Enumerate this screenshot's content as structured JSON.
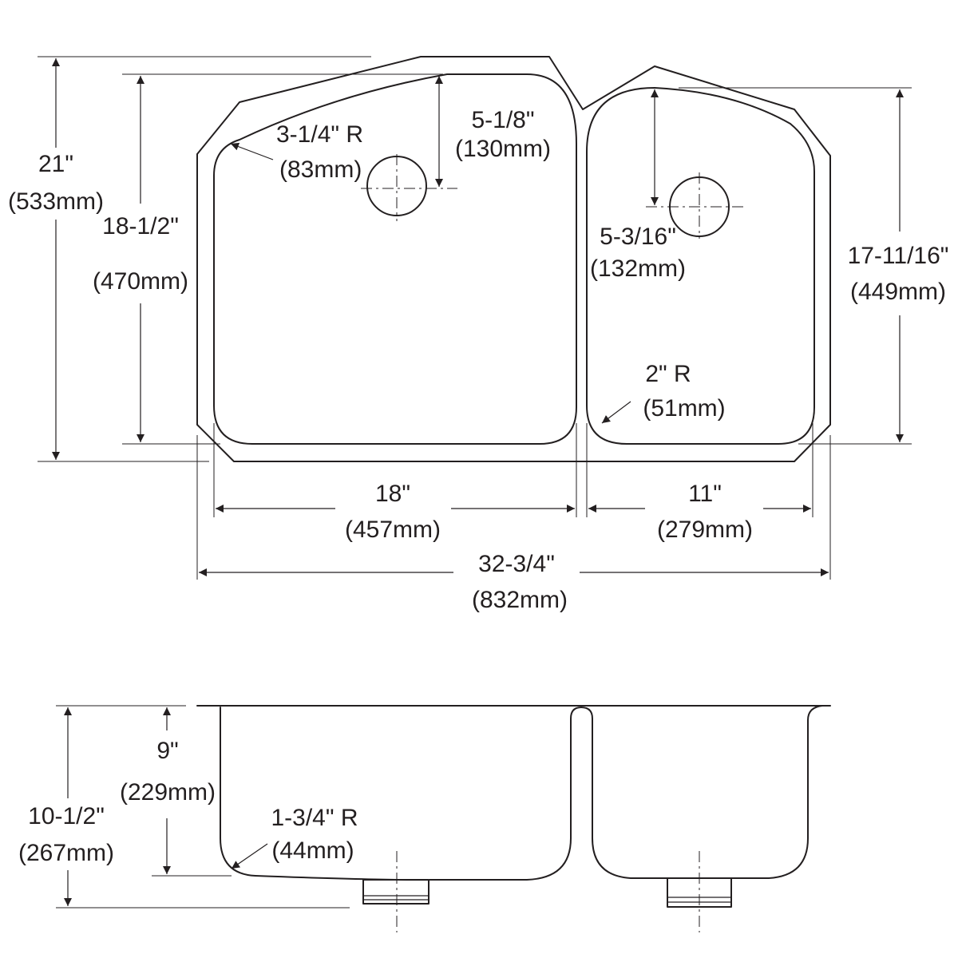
{
  "top_view": {
    "overall_depth": {
      "imperial": "21\"",
      "metric": "(533mm)"
    },
    "large_bowl_depth": {
      "imperial": "18-1/2\"",
      "metric": "(470mm)"
    },
    "small_bowl_depth": {
      "imperial": "17-11/16\"",
      "metric": "(449mm)"
    },
    "large_corner_radius": {
      "imperial": "3-1/4\" R",
      "metric": "(83mm)"
    },
    "large_drain_offset": {
      "imperial": "5-1/8\"",
      "metric": "(130mm)"
    },
    "small_drain_offset": {
      "imperial": "5-3/16\"",
      "metric": "(132mm)"
    },
    "small_corner_radius": {
      "imperial": "2\" R",
      "metric": "(51mm)"
    },
    "large_bowl_width": {
      "imperial": "18\"",
      "metric": "(457mm)"
    },
    "small_bowl_width": {
      "imperial": "11\"",
      "metric": "(279mm)"
    },
    "overall_width": {
      "imperial": "32-3/4\"",
      "metric": "(832mm)"
    }
  },
  "side_view": {
    "bowl_depth": {
      "imperial": "9\"",
      "metric": "(229mm)"
    },
    "overall_height": {
      "imperial": "10-1/2\"",
      "metric": "(267mm)"
    },
    "bottom_radius": {
      "imperial": "1-3/4\" R",
      "metric": "(44mm)"
    }
  }
}
